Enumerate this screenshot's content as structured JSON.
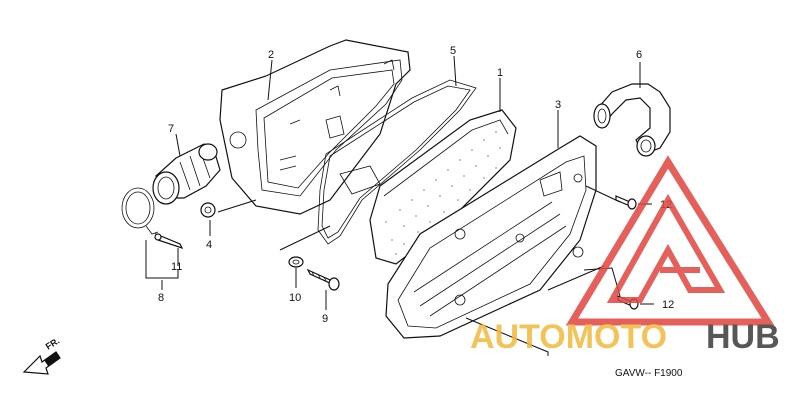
{
  "callouts": {
    "c1": "1",
    "c2": "2",
    "c3": "3",
    "c4": "4",
    "c5": "5",
    "c6": "6",
    "c7": "7",
    "c8": "8",
    "c9": "9",
    "c10": "10",
    "c11": "11",
    "c12a": "12",
    "c12b": "12"
  },
  "direction_label": "FR.",
  "figure_ref": "GAVW-- F1900",
  "watermark": {
    "brand_part1": "AUTOMOTO",
    "brand_part2": "HUB",
    "color_part1": "#f2b93b",
    "color_part2": "#3a3a3a",
    "logo_color": "#e2453f"
  }
}
